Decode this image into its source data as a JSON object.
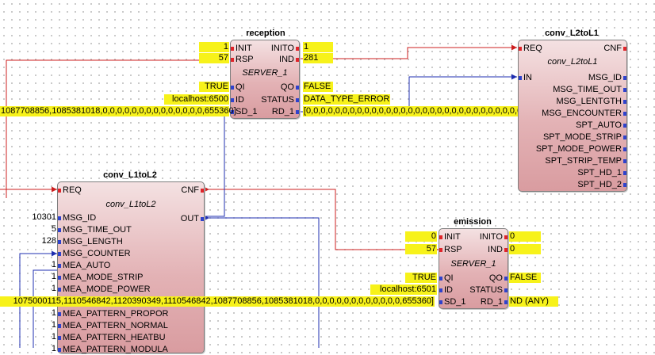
{
  "colors": {
    "event_connection": "#cc1f1f",
    "data_connection": "#1f2fb0",
    "block_fill": "#e3b2b5",
    "value_highlight": "#f7f21a"
  },
  "blocks": {
    "reception": {
      "name": "reception",
      "type": "SERVER_1",
      "inputs": {
        "init": "INIT",
        "rsp": "RSP",
        "qi": "QI",
        "id": "ID",
        "sd1": "SD_1"
      },
      "outputs": {
        "inito": "INITO",
        "ind": "IND",
        "qo": "QO",
        "status": "STATUS",
        "rd1": "RD_1"
      },
      "values": {
        "init": "1",
        "rsp": "57",
        "qi": "TRUE",
        "id": "localhost:6500",
        "sd1": "1087708856,1085381018,0,0,0,0,0,0,0,0,0,0,0,0,0,0,655360]",
        "inito": "1",
        "ind": "281",
        "qo": "FALSE",
        "status": "DATA_TYPE_ERROR",
        "rd1": "[0,0,0,0,0,0,0,0,0,0,0,0,0,0,0,0,0,0,0,0,0,0,0,0,0,0,0,0,0,0]"
      }
    },
    "conv_l2tol1": {
      "name": "conv_L2toL1",
      "type": "conv_L2toL1",
      "inputs": {
        "req": "REQ",
        "in": "IN"
      },
      "outputs": {
        "cnf": "CNF",
        "msg_id": "MSG_ID",
        "msg_time_out": "MSG_TIME_OUT",
        "msg_lentgth": "MSG_LENTGTH",
        "msg_encounter": "MSG_ENCOUNTER",
        "spt_auto": "SPT_AUTO",
        "spt_mode_strip": "SPT_MODE_STRIP",
        "spt_mode_power": "SPT_MODE_POWER",
        "spt_strip_temp": "SPT_STRIP_TEMP",
        "spt_hd_1": "SPT_HD_1",
        "spt_hd_2": "SPT_HD_2"
      }
    },
    "conv_l1tol2": {
      "name": "conv_L1toL2",
      "type": "conv_L1toL2",
      "inputs": {
        "req": "REQ",
        "msg_id": "MSG_ID",
        "msg_time_out": "MSG_TIME_OUT",
        "msg_length": "MSG_LENGTH",
        "msg_counter": "MSG_COUNTER",
        "mea_auto": "MEA_AUTO",
        "mea_mode_strip": "MEA_MODE_STRIP",
        "mea_mode_power": "MEA_MODE_POWER",
        "mea_pattern_propor": "MEA_PATTERN_PROPOR",
        "mea_pattern_normal": "MEA_PATTERN_NORMAL",
        "mea_pattern_heatbu": "MEA_PATTERN_HEATBU",
        "mea_pattern_modula": "MEA_PATTERN_MODULA"
      },
      "outputs": {
        "cnf": "CNF",
        "out": "OUT"
      },
      "values": {
        "msg_id": "10301",
        "msg_time_out": "5",
        "msg_length": "128",
        "mea_auto": "1",
        "mea_mode_strip": "1",
        "mea_mode_power": "1",
        "mea_pattern_propor": "1",
        "mea_pattern_normal": "1",
        "mea_pattern_heatbu": "1",
        "mea_pattern_modula": "1",
        "out": "1075000115,1110546842,1120390349,1110546842,1087708856,1085381018,0,0,0,0,0,0,0,0,0,0,0,0,655360]"
      }
    },
    "emission": {
      "name": "emission",
      "type": "SERVER_1",
      "inputs": {
        "init": "INIT",
        "rsp": "RSP",
        "qi": "QI",
        "id": "ID",
        "sd1": "SD_1"
      },
      "outputs": {
        "inito": "INITO",
        "ind": "IND",
        "qo": "QO",
        "status": "STATUS",
        "rd1": "RD_1"
      },
      "values": {
        "init": "0",
        "rsp": "57",
        "qi": "TRUE",
        "id": "localhost:6501",
        "inito": "0",
        "ind": "0",
        "qo": "FALSE",
        "rd1": "ND (ANY)"
      }
    }
  }
}
